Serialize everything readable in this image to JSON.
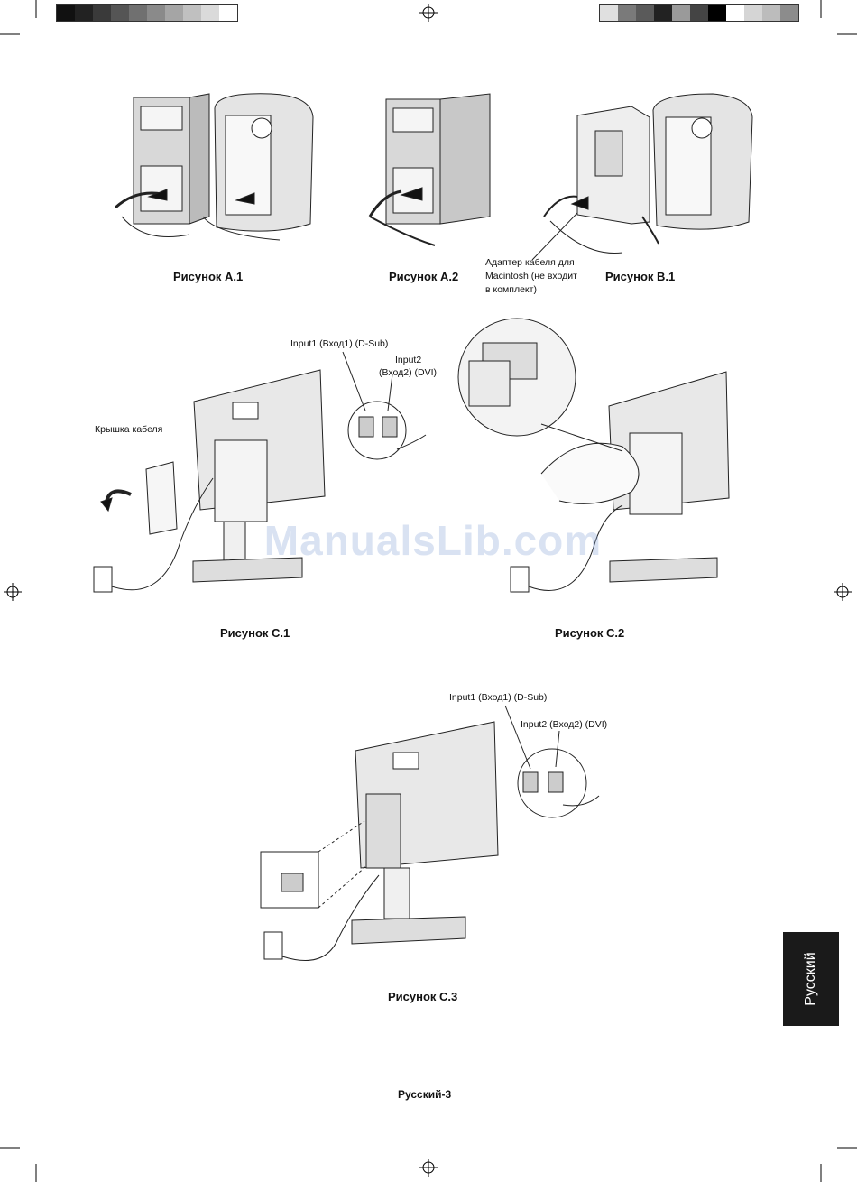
{
  "figures": {
    "a1": {
      "caption": "Рисунок A.1"
    },
    "a2": {
      "caption": "Рисунок A.2"
    },
    "b1": {
      "caption": "Рисунок B.1",
      "adapter_note": [
        "Адаптер кабеля для",
        "Macintosh (не входит",
        "в комплект)"
      ]
    },
    "c1": {
      "caption": "Рисунок C.1",
      "cable_cover": "Крышка кабеля",
      "input1": "Input1 (Вход1) (D-Sub)",
      "input2_line1": "Input2",
      "input2_line2": "(Вход2) (DVI)"
    },
    "c2": {
      "caption": "Рисунок C.2"
    },
    "c3": {
      "caption": "Рисунок C.3",
      "input1": "Input1 (Вход1) (D-Sub)",
      "input2": "Input2 (Вход2) (DVI)"
    }
  },
  "side_tab": {
    "label": "Русский"
  },
  "footer": {
    "page_label": "Русский-3"
  },
  "watermark": "ManualsLib.com",
  "print_marks": {
    "left_bar_colors": [
      "#111111",
      "#222222",
      "#3a3a3a",
      "#555555",
      "#707070",
      "#8a8a8a",
      "#a5a5a5",
      "#c0c0c0",
      "#dadada",
      "#ffffff"
    ],
    "right_bar_colors": [
      "#e0e0e0",
      "#7a7a7a",
      "#5a5a5a",
      "#222222",
      "#9a9a9a",
      "#444444",
      "#000000",
      "#ffffff",
      "#d5d5d5",
      "#bcbcbc",
      "#8c8c8c"
    ]
  }
}
